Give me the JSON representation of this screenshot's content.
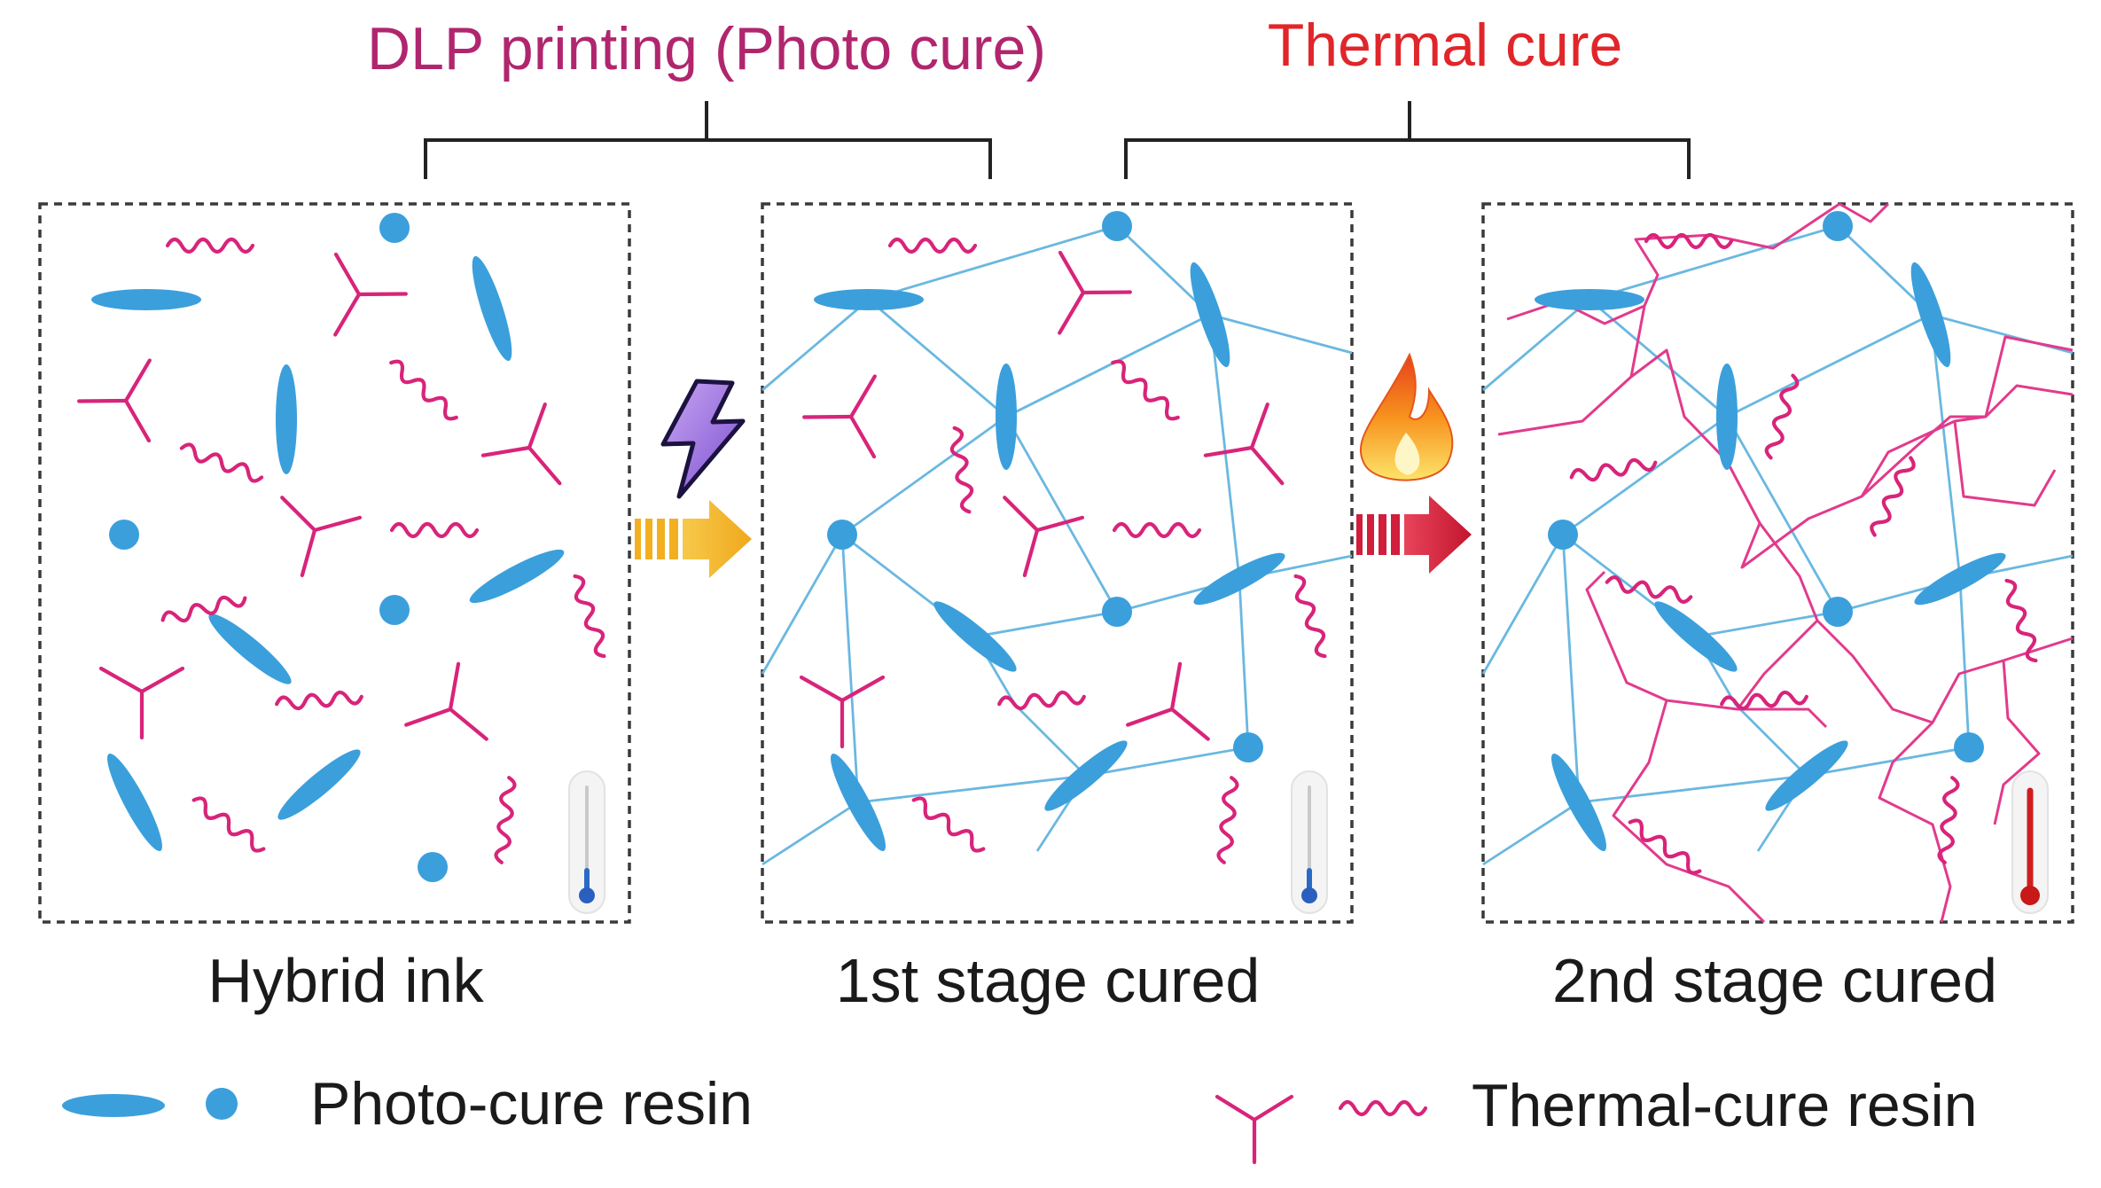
{
  "headers": {
    "photo_cure": "DLP printing (Photo cure)",
    "thermal_cure": "Thermal cure"
  },
  "panels": [
    {
      "id": "hybrid-ink",
      "label": "Hybrid ink",
      "thermometer": "cold"
    },
    {
      "id": "first-stage",
      "label": "1st stage cured",
      "thermometer": "cold"
    },
    {
      "id": "second-stage",
      "label": "2nd stage cured",
      "thermometer": "hot"
    }
  ],
  "legend": {
    "photo": "Photo-cure resin",
    "thermal": "Thermal-cure resin"
  },
  "icons": {
    "step1": "lightning-icon",
    "step2": "flame-icon"
  },
  "colors": {
    "photo_resin": "#3b9fdc",
    "thermal_resin": "#d8247a",
    "photo_header": "#b0266e",
    "thermal_header": "#e0262a",
    "arrow1": "#f2b020",
    "arrow2": "#d01e3c",
    "network_line": "#6ab8e0"
  }
}
